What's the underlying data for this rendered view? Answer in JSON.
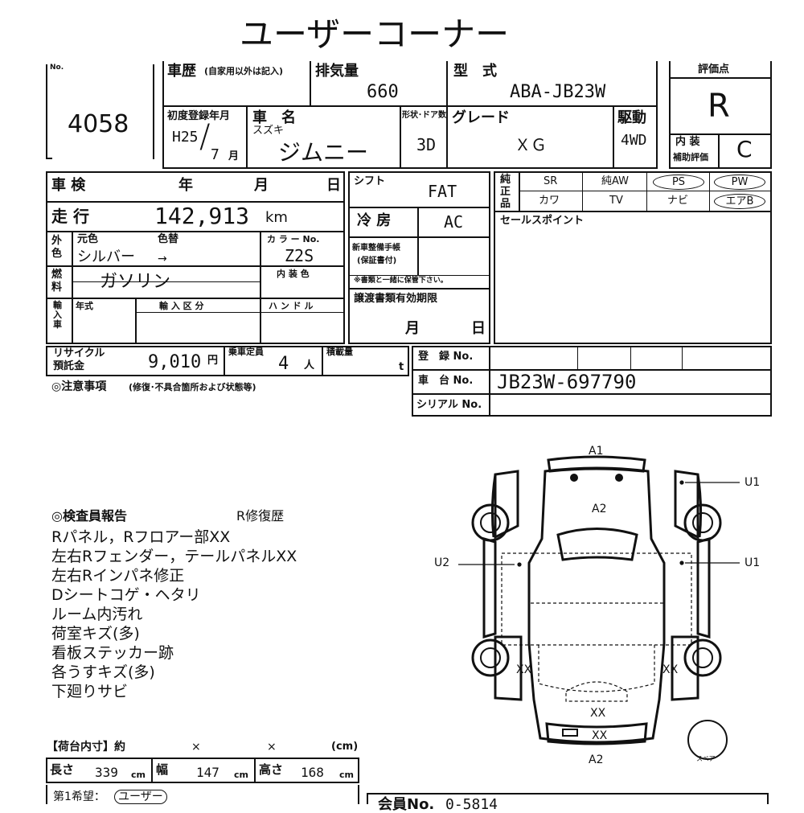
{
  "title": "ユーザーコーナー",
  "no": {
    "label": "No.",
    "value": "4058"
  },
  "history": {
    "label": "車歴",
    "note": "(自家用以外は記入)"
  },
  "displacement": {
    "label": "排気量",
    "value": "660"
  },
  "model": {
    "label": "型　式",
    "value": "ABA-JB23W"
  },
  "score": {
    "label": "評価点",
    "value": "R"
  },
  "first_reg": {
    "label": "初度登録年月",
    "year": "H25",
    "month": "7",
    "month_unit": "月",
    "slash": "/"
  },
  "car_name": {
    "label": "車　名",
    "maker": "スズキ",
    "value": "ジムニー"
  },
  "doors": {
    "label": "形状･ドア数",
    "value": "3D"
  },
  "grade": {
    "label": "グレード",
    "value": "ＸＧ"
  },
  "drive": {
    "label": "駆動",
    "value": "4WD"
  },
  "interior": {
    "label1": "内 装",
    "label2": "補助評価",
    "value": "C"
  },
  "inspection": {
    "label": "車 検",
    "year": "年",
    "month": "月",
    "day": "日"
  },
  "shift": {
    "label": "シフト",
    "value": "FAT"
  },
  "equipment": {
    "label": "純正品",
    "row1": [
      "SR",
      "純AW",
      "PS",
      "PW"
    ],
    "row2": [
      "カワ",
      "TV",
      "ナビ",
      "エアB"
    ]
  },
  "mileage": {
    "label": "走 行",
    "value": "142,913",
    "unit": "km"
  },
  "ac": {
    "label": "冷 房",
    "value": "AC"
  },
  "sales_point": {
    "label": "セールスポイント"
  },
  "color": {
    "side_label": "外色",
    "original_label": "元色",
    "changed_label": "色替",
    "value": "シルバー",
    "arrow": "→",
    "code_label": "カ ラ ー No.",
    "code_value": "Z2S"
  },
  "maintenance": {
    "label1": "新車整備手帳",
    "label2": "(保証書付)",
    "note": "※書類と一緒に保管下さい。"
  },
  "fuel": {
    "label": "燃料",
    "value": "ガソリン",
    "interior_color_label": "内 装 色"
  },
  "import": {
    "label": "輸入車",
    "year_label": "年式",
    "type_label": "輸 入 区 分",
    "handle_label": "ハ ン ド ル"
  },
  "transfer": {
    "label": "譲渡書類有効期限",
    "month": "月",
    "day": "日"
  },
  "recycle": {
    "label1": "リサイクル",
    "label2": "預託金",
    "value": "9,010",
    "unit": "円"
  },
  "capacity": {
    "label": "乗車定員",
    "value": "4",
    "unit": "人"
  },
  "load": {
    "label": "積載量",
    "unit": "t"
  },
  "registration": {
    "label": "登　録 No."
  },
  "chassis": {
    "label": "車　台 No.",
    "value": "JB23W-697790"
  },
  "serial": {
    "label": "シリアル No."
  },
  "notes": {
    "label": "◎注意事項",
    "sub": "(修復･不具合箇所および状態等)"
  },
  "report": {
    "label": "◎検査員報告",
    "tag": "R修復歴",
    "lines": [
      "Rパネル，Rフロアー部XX",
      "左右Rフェンダー，テールパネルXX",
      "左右Rインパネ修正",
      "Dシートコゲ・ヘタリ",
      "ルーム内汚れ",
      "荷室キズ(多)",
      "看板ステッカー跡",
      "各うすキズ(多)",
      "下廻りサビ"
    ]
  },
  "diagram": {
    "a1": "A1",
    "a2_top": "A2",
    "a2_bottom": "A2",
    "u1_top": "U1",
    "u1_mid": "U1",
    "u2": "U2",
    "xx_left": "XX",
    "xx_right": "XX",
    "xx_rear": "XX",
    "xx_bumper": "XX",
    "spare": "スペア"
  },
  "cargo": {
    "label": "【荷台内寸】約",
    "times1": "×",
    "times2": "×",
    "unit": "(cm)",
    "length_label": "長さ",
    "length": "339",
    "width_label": "幅",
    "width": "147",
    "height_label": "高さ",
    "height": "168",
    "cm": "cm"
  },
  "request": {
    "label": "第1希望：",
    "value": "ユーザー"
  },
  "member": {
    "label": "会員No.",
    "value": "0-5814"
  }
}
